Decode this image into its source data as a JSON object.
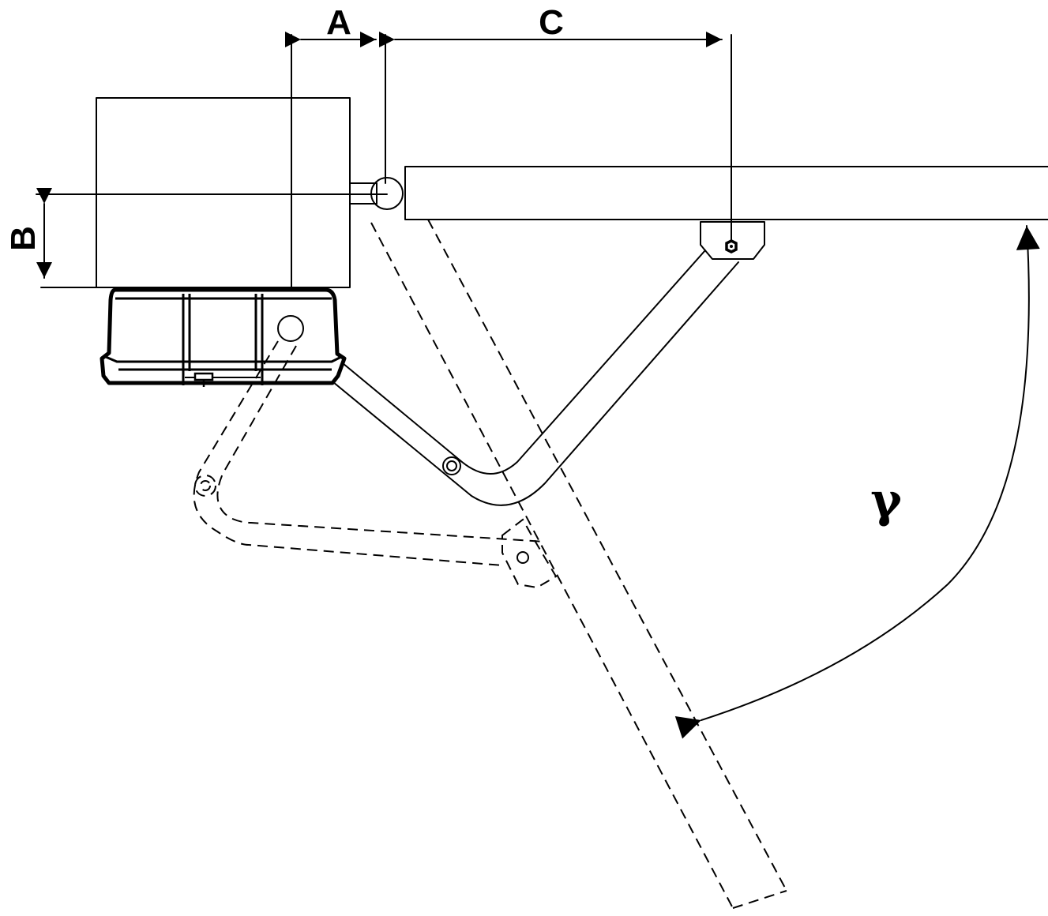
{
  "labels": {
    "a": "A",
    "b": "B",
    "c": "C",
    "angle": "γ"
  },
  "colors": {
    "line": "#000000",
    "background": "#ffffff"
  }
}
